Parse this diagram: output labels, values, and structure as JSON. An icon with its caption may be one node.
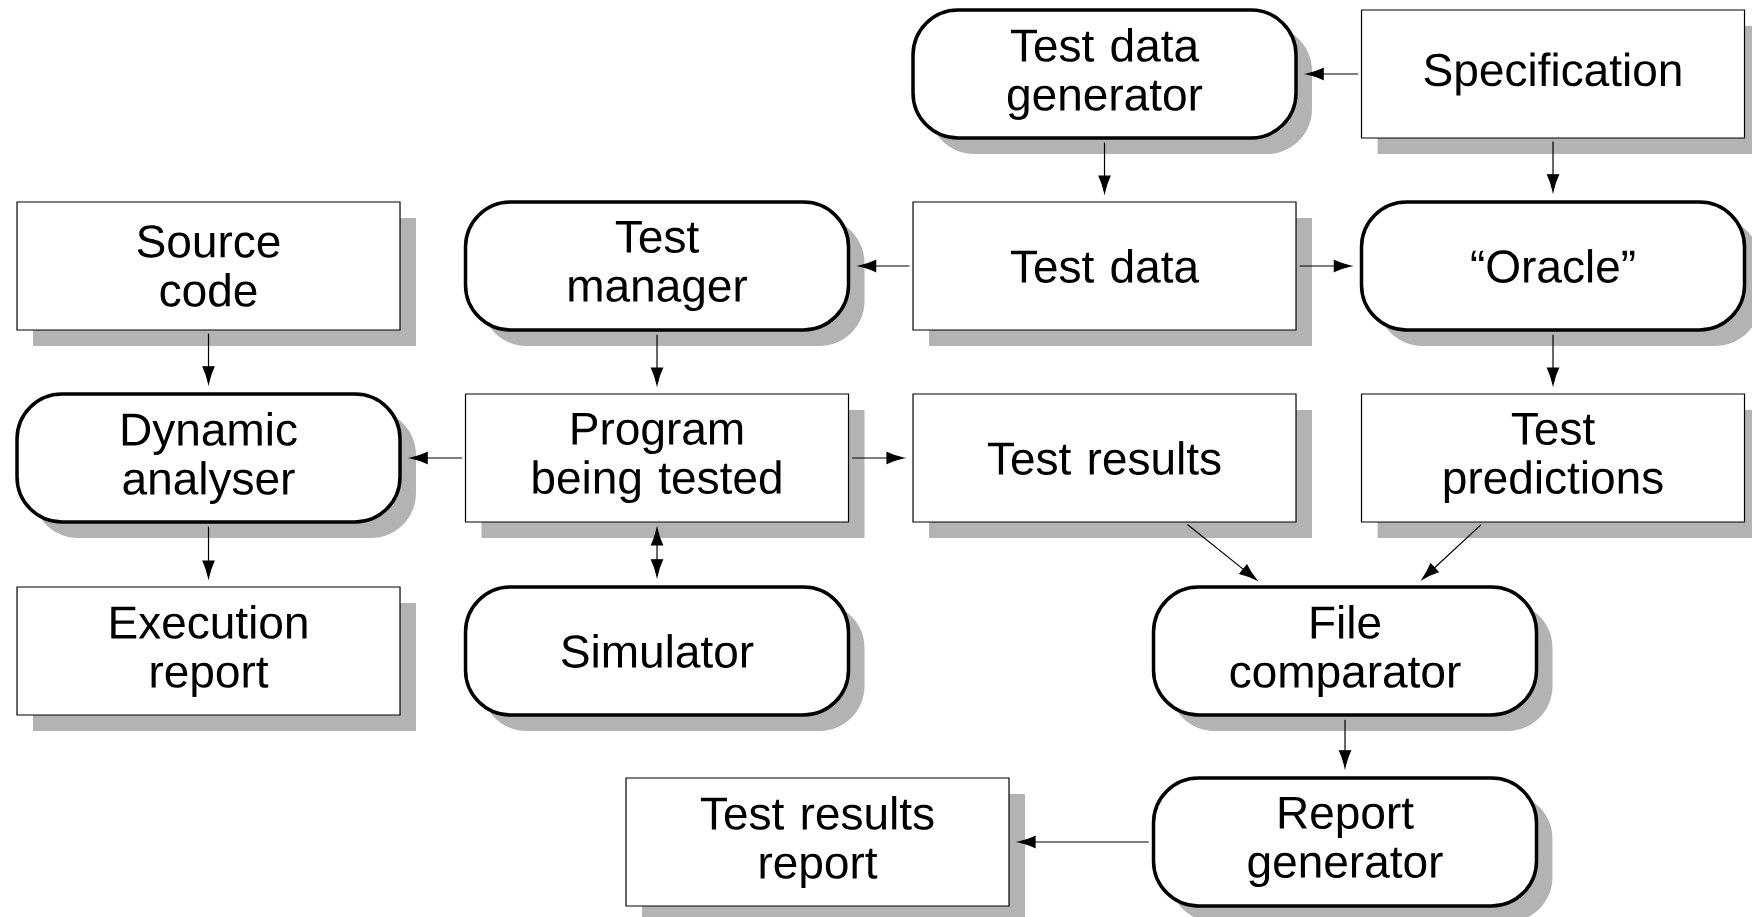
{
  "diagram": {
    "nodes": [
      {
        "text": [
          "Test data generator"
        ]
      },
      {
        "text": [
          "Specification"
        ]
      },
      {
        "text": [
          "Source code"
        ]
      },
      {
        "text": [
          "Test manager"
        ]
      },
      {
        "text": [
          "Test data"
        ]
      },
      {
        "text": [
          "“Oracle”"
        ]
      },
      {
        "text": [
          "Dynamic analyser"
        ]
      },
      {
        "text": [
          "Program being tested"
        ]
      },
      {
        "text": [
          "Test results"
        ]
      },
      {
        "text": [
          "Test predictions"
        ]
      },
      {
        "text": [
          "Execution report"
        ]
      },
      {
        "text": [
          "Simulator"
        ]
      },
      {
        "text": [
          "File comparator"
        ]
      },
      {
        "text": [
          "Test results report"
        ]
      },
      {
        "text": [
          "Report generator"
        ]
      }
    ],
    "edges": [
      {
        "from": 1,
        "to": 0,
        "arrow": "to"
      },
      {
        "from": 0,
        "to": 4,
        "arrow": "to"
      },
      {
        "from": 1,
        "to": 5,
        "arrow": "to"
      },
      {
        "from": 4,
        "to": 3,
        "arrow": "to"
      },
      {
        "from": 4,
        "to": 5,
        "arrow": "to"
      },
      {
        "from": 2,
        "to": 6,
        "arrow": "to"
      },
      {
        "from": 3,
        "to": 7,
        "arrow": "to"
      },
      {
        "from": 5,
        "to": 9,
        "arrow": "to"
      },
      {
        "from": 7,
        "to": 6,
        "arrow": "to"
      },
      {
        "from": 7,
        "to": 8,
        "arrow": "to"
      },
      {
        "from": 6,
        "to": 10,
        "arrow": "to"
      },
      {
        "from": 7,
        "to": 11,
        "arrow": "both"
      },
      {
        "from": 8,
        "to": 12,
        "arrow": "to"
      },
      {
        "from": 9,
        "to": 12,
        "arrow": "to"
      },
      {
        "from": 12,
        "to": 14,
        "arrow": "to"
      },
      {
        "from": 14,
        "to": 13,
        "arrow": "to"
      }
    ]
  }
}
